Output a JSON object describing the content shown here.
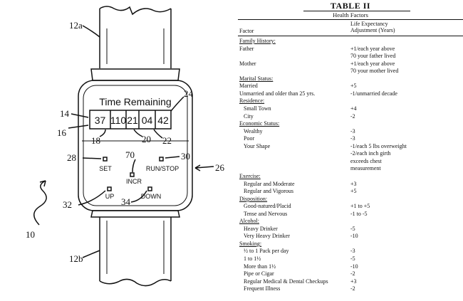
{
  "figure": {
    "display_title": "Time Remaining",
    "display_digits": [
      "37",
      "110",
      "21",
      "04",
      "42"
    ],
    "button_labels": [
      "SET",
      "RUN/STOP",
      "INCR",
      "UP",
      "DOWN"
    ],
    "reference_numerals": [
      "12a",
      "12b",
      "14",
      "16",
      "18",
      "20",
      "22",
      "24",
      "26",
      "28",
      "30",
      "32",
      "34",
      "70",
      "10"
    ]
  },
  "table": {
    "title": "TABLE II",
    "subtitle": "Health Factors",
    "col_factor": "Factor",
    "col_value": "Life Expectancy\nAdjustment (Years)",
    "rows": [
      {
        "kind": "sec",
        "factor": "Family History:",
        "value": ""
      },
      {
        "kind": "flush",
        "factor": "Father",
        "value": "+1/each year above"
      },
      {
        "kind": "flush",
        "factor": "",
        "value": "70 your father lived"
      },
      {
        "kind": "flush",
        "factor": "Mother",
        "value": "+1/each year above"
      },
      {
        "kind": "flush",
        "factor": "",
        "value": "70 your mother lived"
      },
      {
        "kind": "sec",
        "factor": "Marital Status:",
        "value": ""
      },
      {
        "kind": "flush",
        "factor": "Married",
        "value": "+5"
      },
      {
        "kind": "flush",
        "factor": "Unmarried and older than 25 yrs.",
        "value": "-1/unmarried decade"
      },
      {
        "kind": "sec",
        "factor": "Residence:",
        "value": ""
      },
      {
        "kind": "item",
        "factor": "Small Town",
        "value": "+4"
      },
      {
        "kind": "item",
        "factor": "City",
        "value": "-2"
      },
      {
        "kind": "sec",
        "factor": "Economic Status:",
        "value": ""
      },
      {
        "kind": "item",
        "factor": "Wealthy",
        "value": "-3"
      },
      {
        "kind": "item",
        "factor": "Poor",
        "value": "-3"
      },
      {
        "kind": "item",
        "factor": "Your Shape",
        "value": "-1/each 5 lbs overweight"
      },
      {
        "kind": "item",
        "factor": "",
        "value": "-2/each inch girth"
      },
      {
        "kind": "item",
        "factor": "",
        "value": "exceeds chest"
      },
      {
        "kind": "item",
        "factor": "",
        "value": "measurement"
      },
      {
        "kind": "sec",
        "factor": "Exercise:",
        "value": ""
      },
      {
        "kind": "item",
        "factor": "Regular and Moderate",
        "value": "+3"
      },
      {
        "kind": "item",
        "factor": "Regular and Vigorous",
        "value": "+5"
      },
      {
        "kind": "sec",
        "factor": "Disposition:",
        "value": ""
      },
      {
        "kind": "item",
        "factor": "Good-natured/Placid",
        "value": "+1 to +5"
      },
      {
        "kind": "item",
        "factor": "Tense and Nervous",
        "value": "-1 to -5"
      },
      {
        "kind": "sec",
        "factor": "Alcohol:",
        "value": ""
      },
      {
        "kind": "item",
        "factor": "Heavy Drinker",
        "value": "-5"
      },
      {
        "kind": "item",
        "factor": "Very Heavy Drinker",
        "value": "-10"
      },
      {
        "kind": "sec",
        "factor": "Smoking:",
        "value": ""
      },
      {
        "kind": "item",
        "factor": "½ to 1 Pack per day",
        "value": "-3"
      },
      {
        "kind": "item",
        "factor": "1 to 1½",
        "value": "-5"
      },
      {
        "kind": "item",
        "factor": "More than 1½",
        "value": "-10"
      },
      {
        "kind": "item",
        "factor": "Pipe or Cigar",
        "value": "-2"
      },
      {
        "kind": "item",
        "factor": "Regular Medical & Dental Checkups",
        "value": "+3"
      },
      {
        "kind": "item",
        "factor": "Frequent Illness",
        "value": "-2"
      }
    ]
  }
}
